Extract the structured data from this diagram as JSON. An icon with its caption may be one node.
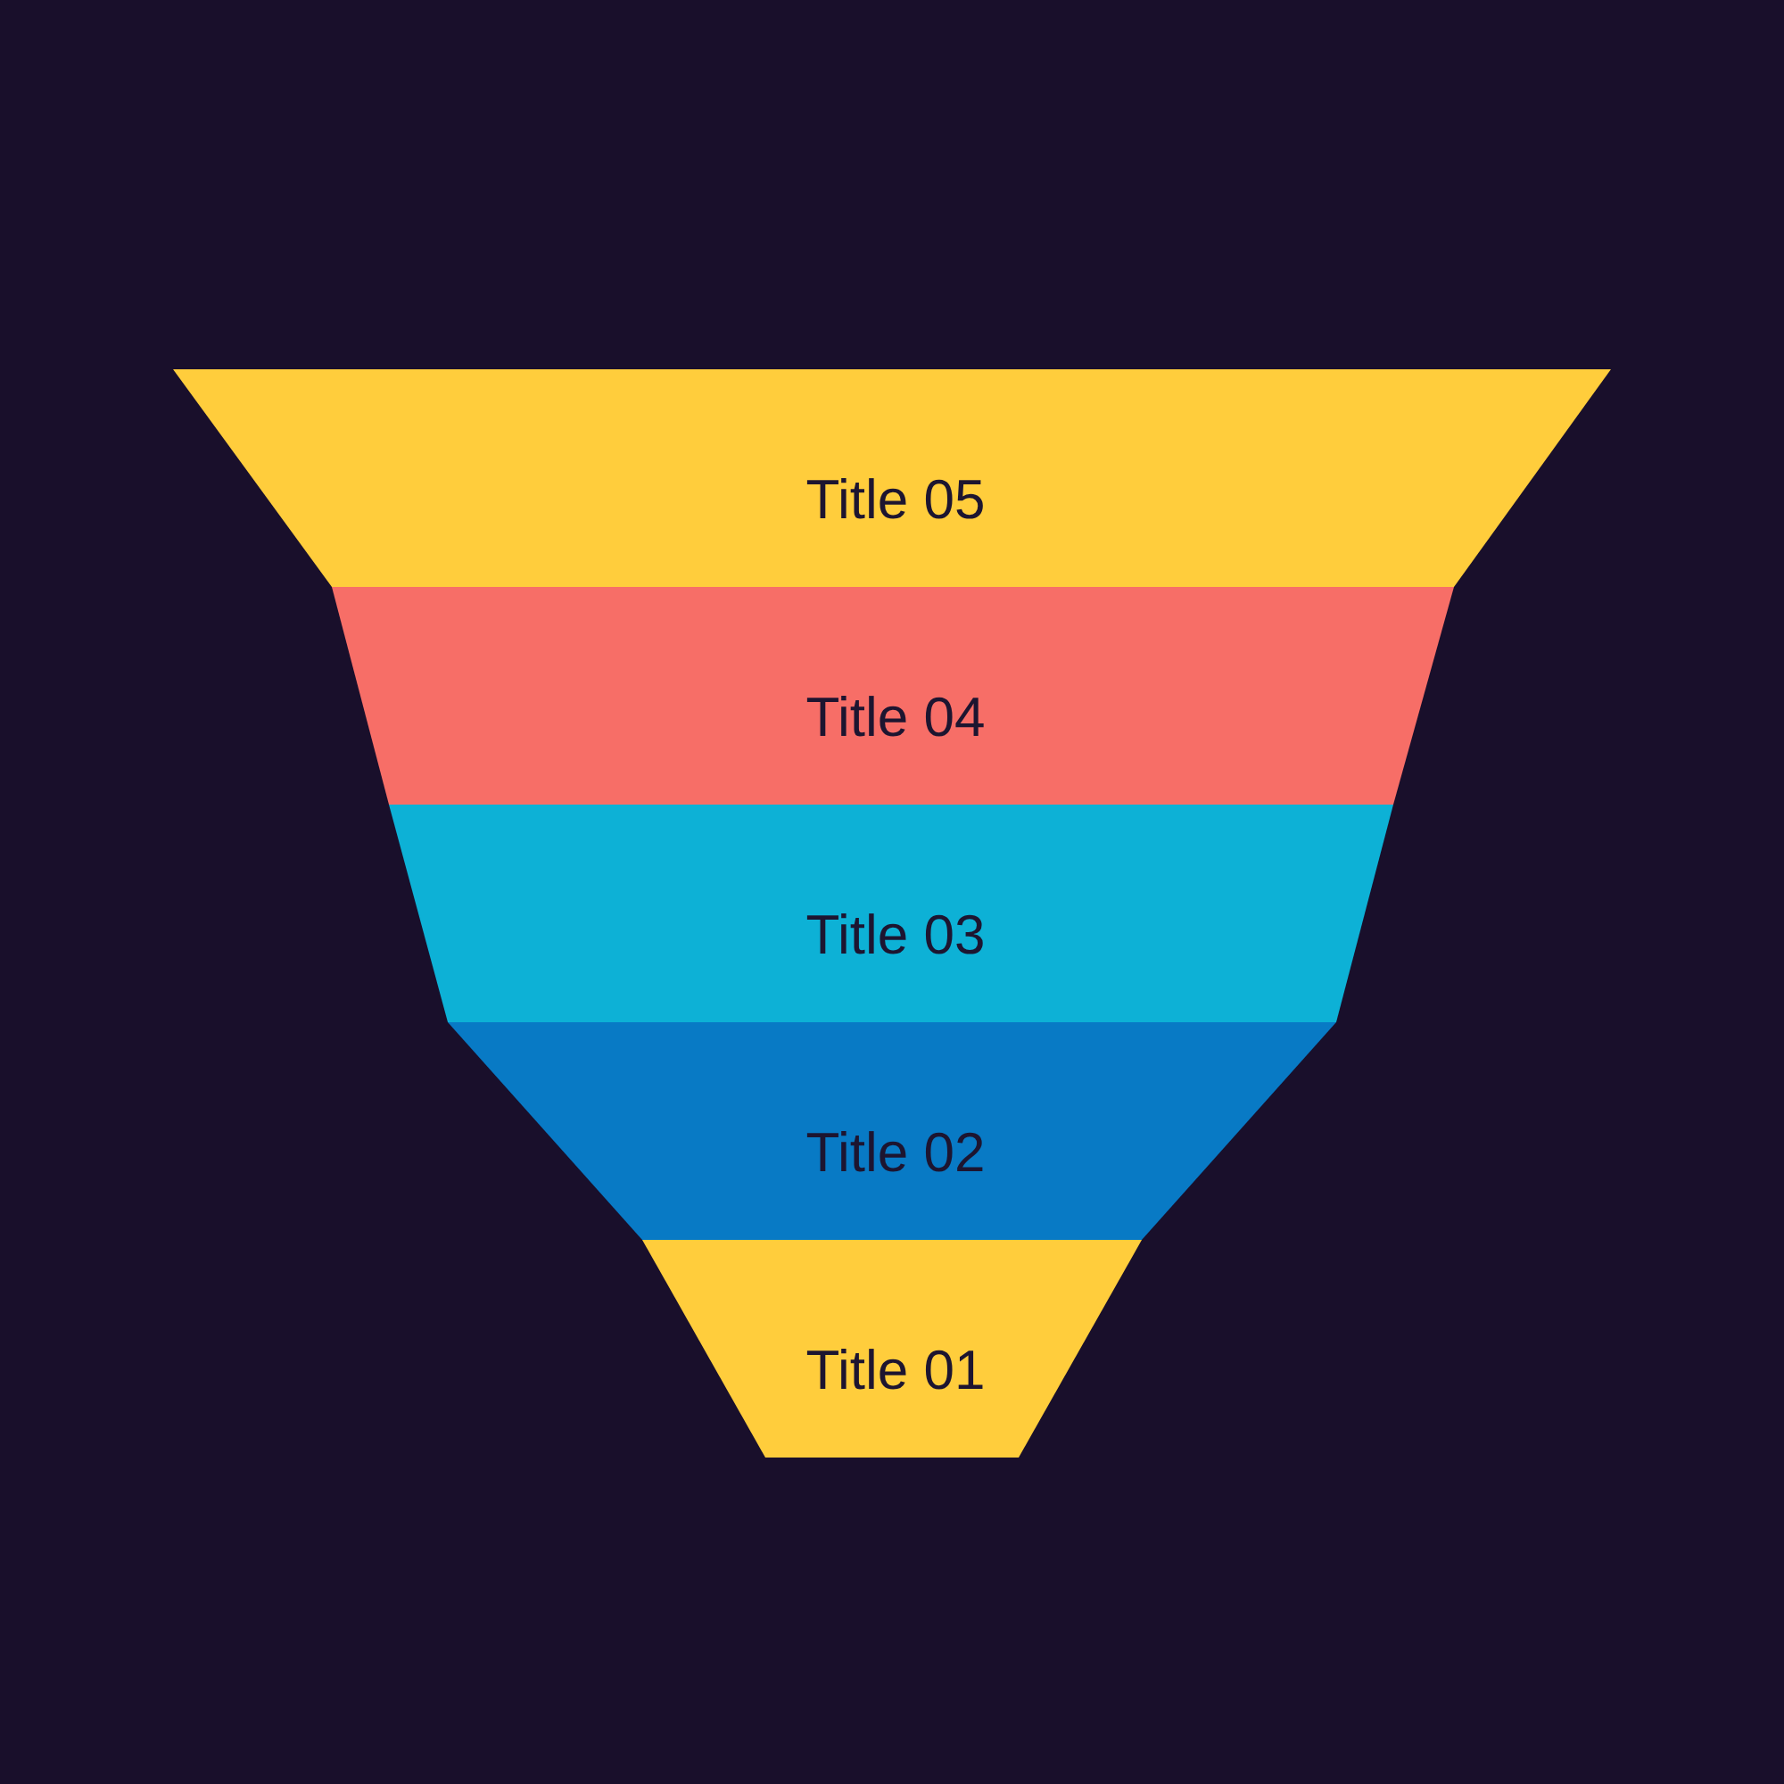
{
  "diagram": {
    "nodes": [
      {
        "text": [
          "Title 05"
        ]
      },
      {
        "text": [
          "Title 04"
        ]
      },
      {
        "text": [
          "Title 03"
        ]
      },
      {
        "text": [
          "Title 02"
        ]
      },
      {
        "text": [
          "Title 01"
        ]
      }
    ]
  }
}
